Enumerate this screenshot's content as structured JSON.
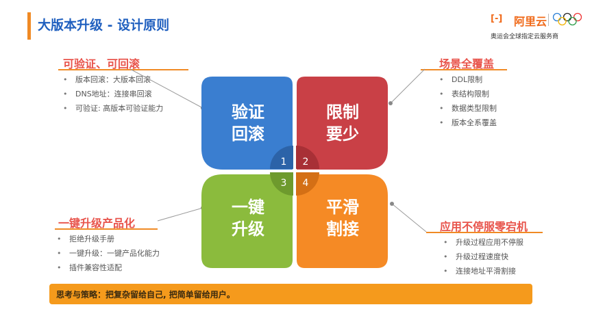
{
  "header": {
    "title": "大版本升级 - 设计原则"
  },
  "brand": {
    "icon_text": "[-]",
    "name": "阿里云",
    "subtitle": "奥运会全球指定云服务商"
  },
  "quadrants": [
    {
      "id": 1,
      "number": "1",
      "line1": "验证",
      "line2": "回滚",
      "color": "#3a7ed0"
    },
    {
      "id": 2,
      "number": "2",
      "line1": "限制",
      "line2": "要少",
      "color": "#c94046"
    },
    {
      "id": 3,
      "number": "3",
      "line1": "一键",
      "line2": "升级",
      "color": "#8bbb3d"
    },
    {
      "id": 4,
      "number": "4",
      "line1": "平滑",
      "line2": "割接",
      "color": "#f58a25"
    }
  ],
  "sections": {
    "top_left": {
      "heading": "可验证、可回滚",
      "items": [
        "版本回滚：大版本回滚",
        "DNS地址：连接串回滚",
        "可验证: 高版本可验证能力"
      ]
    },
    "top_right": {
      "heading": "场景全覆盖",
      "items": [
        "DDL限制",
        "表结构限制",
        "数据类型限制",
        "版本全系覆盖"
      ]
    },
    "bottom_left": {
      "heading": "一键升级产品化",
      "items": [
        "拒绝升级手册",
        "一键升级：一键产品化能力",
        "插件兼容性适配"
      ]
    },
    "bottom_right": {
      "heading": "应用不停服零宕机",
      "items": [
        "升级过程应用不停服",
        "升级过程速度快",
        "连接地址平滑割接"
      ]
    }
  },
  "footer": {
    "banner_text": "思考与策略：把复杂留给自己, 把简单留给用户。"
  },
  "colors": {
    "accent_orange": "#f08a24",
    "title_blue": "#1f5fbf",
    "heading_red": "#e8544c",
    "banner": "#f59a1c"
  }
}
